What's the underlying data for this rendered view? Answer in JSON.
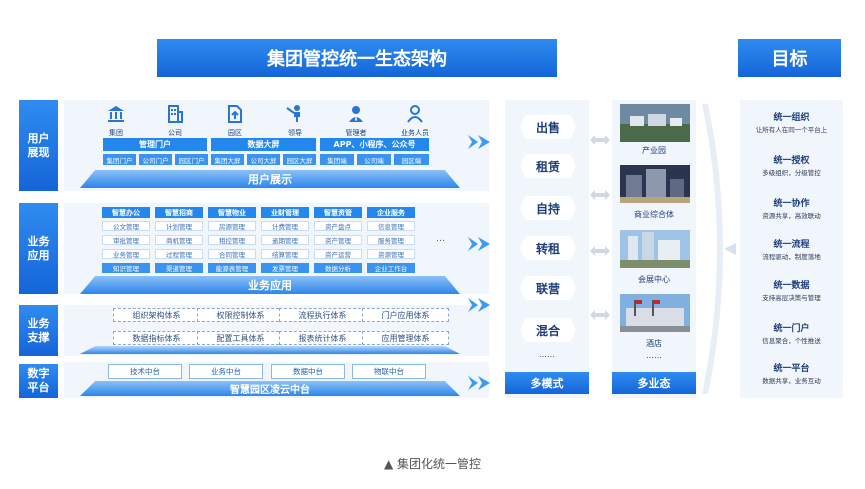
{
  "title": "集团管控统一生态架构",
  "goal_title": "目标",
  "rows": {
    "user": "用户\n展现",
    "app": "业务\n应用",
    "support": "业务\n支撑",
    "digital": "数字\n平台"
  },
  "user_layer": {
    "icons": [
      {
        "label": "集团",
        "icon": "bank-icon"
      },
      {
        "label": "公司",
        "icon": "building-icon"
      },
      {
        "label": "园区",
        "icon": "upload-doc-icon"
      },
      {
        "label": "领导",
        "icon": "presenter-icon"
      },
      {
        "label": "管理者",
        "icon": "manager-icon"
      },
      {
        "label": "业务人员",
        "icon": "staff-icon"
      }
    ],
    "categories": [
      "管理门户",
      "数据大屏",
      "APP、小程序、公众号"
    ],
    "chips": [
      "集团门户",
      "公司门户",
      "园区门户",
      "集团大屏",
      "公司大屏",
      "园区大屏",
      "集团端",
      "公司端",
      "园区端"
    ],
    "base": "用户展示"
  },
  "app_layer": {
    "columns": [
      {
        "head": "智慧办公",
        "items": [
          "公文管理",
          "审批管理",
          "业务管理",
          "知识管理"
        ]
      },
      {
        "head": "智慧招商",
        "items": [
          "计划管理",
          "商机管理",
          "过程管理",
          "渠道管理"
        ]
      },
      {
        "head": "智慧物业",
        "items": [
          "房源管理",
          "租控管理",
          "合同管理",
          "能源表管理"
        ]
      },
      {
        "head": "业财管理",
        "items": [
          "计费管理",
          "逾期管理",
          "结算管理",
          "发票管理"
        ]
      },
      {
        "head": "智慧资管",
        "items": [
          "资产盘点",
          "资产管理",
          "资产运营",
          "数据分析"
        ]
      },
      {
        "head": "企业服务",
        "items": [
          "信息管理",
          "服务管理",
          "资源管理",
          "企业工作台"
        ]
      }
    ],
    "ellipsis": "…",
    "base": "业务应用"
  },
  "support_layer": {
    "items": [
      "组织架构体系",
      "权限控制体系",
      "流程执行体系",
      "门户应用体系",
      "数据指标体系",
      "配置工具体系",
      "报表统计体系",
      "应用管理体系"
    ]
  },
  "digital_layer": {
    "items": [
      "技术中台",
      "业务中台",
      "数据中台",
      "物联中台"
    ],
    "base": "智慧园区凌云中台"
  },
  "modes": {
    "items": [
      "出售",
      "租赁",
      "自持",
      "转租",
      "联营",
      "混合"
    ],
    "ellipsis": "……",
    "footer": "多模式"
  },
  "businesses": {
    "items": [
      "产业园",
      "商业综合体",
      "会展中心",
      "酒店"
    ],
    "ellipsis": "……",
    "footer": "多业态"
  },
  "goals": [
    {
      "title": "统一组织",
      "desc": "让所有人在同一个平台上"
    },
    {
      "title": "统一授权",
      "desc": "多级组织，分级管控"
    },
    {
      "title": "统一协作",
      "desc": "资源共享，高效联动"
    },
    {
      "title": "统一流程",
      "desc": "流程驱动，制度落地"
    },
    {
      "title": "统一数据",
      "desc": "支持高层决策与管理"
    },
    {
      "title": "统一门户",
      "desc": "信息聚合，个性推送"
    },
    {
      "title": "统一平台",
      "desc": "数据共享，业务互动"
    }
  ],
  "caption": "▲ 集团化统一管控",
  "colors": {
    "primary": "#1565d8",
    "accent": "#2387ee",
    "panel": "#f1f6fd"
  }
}
